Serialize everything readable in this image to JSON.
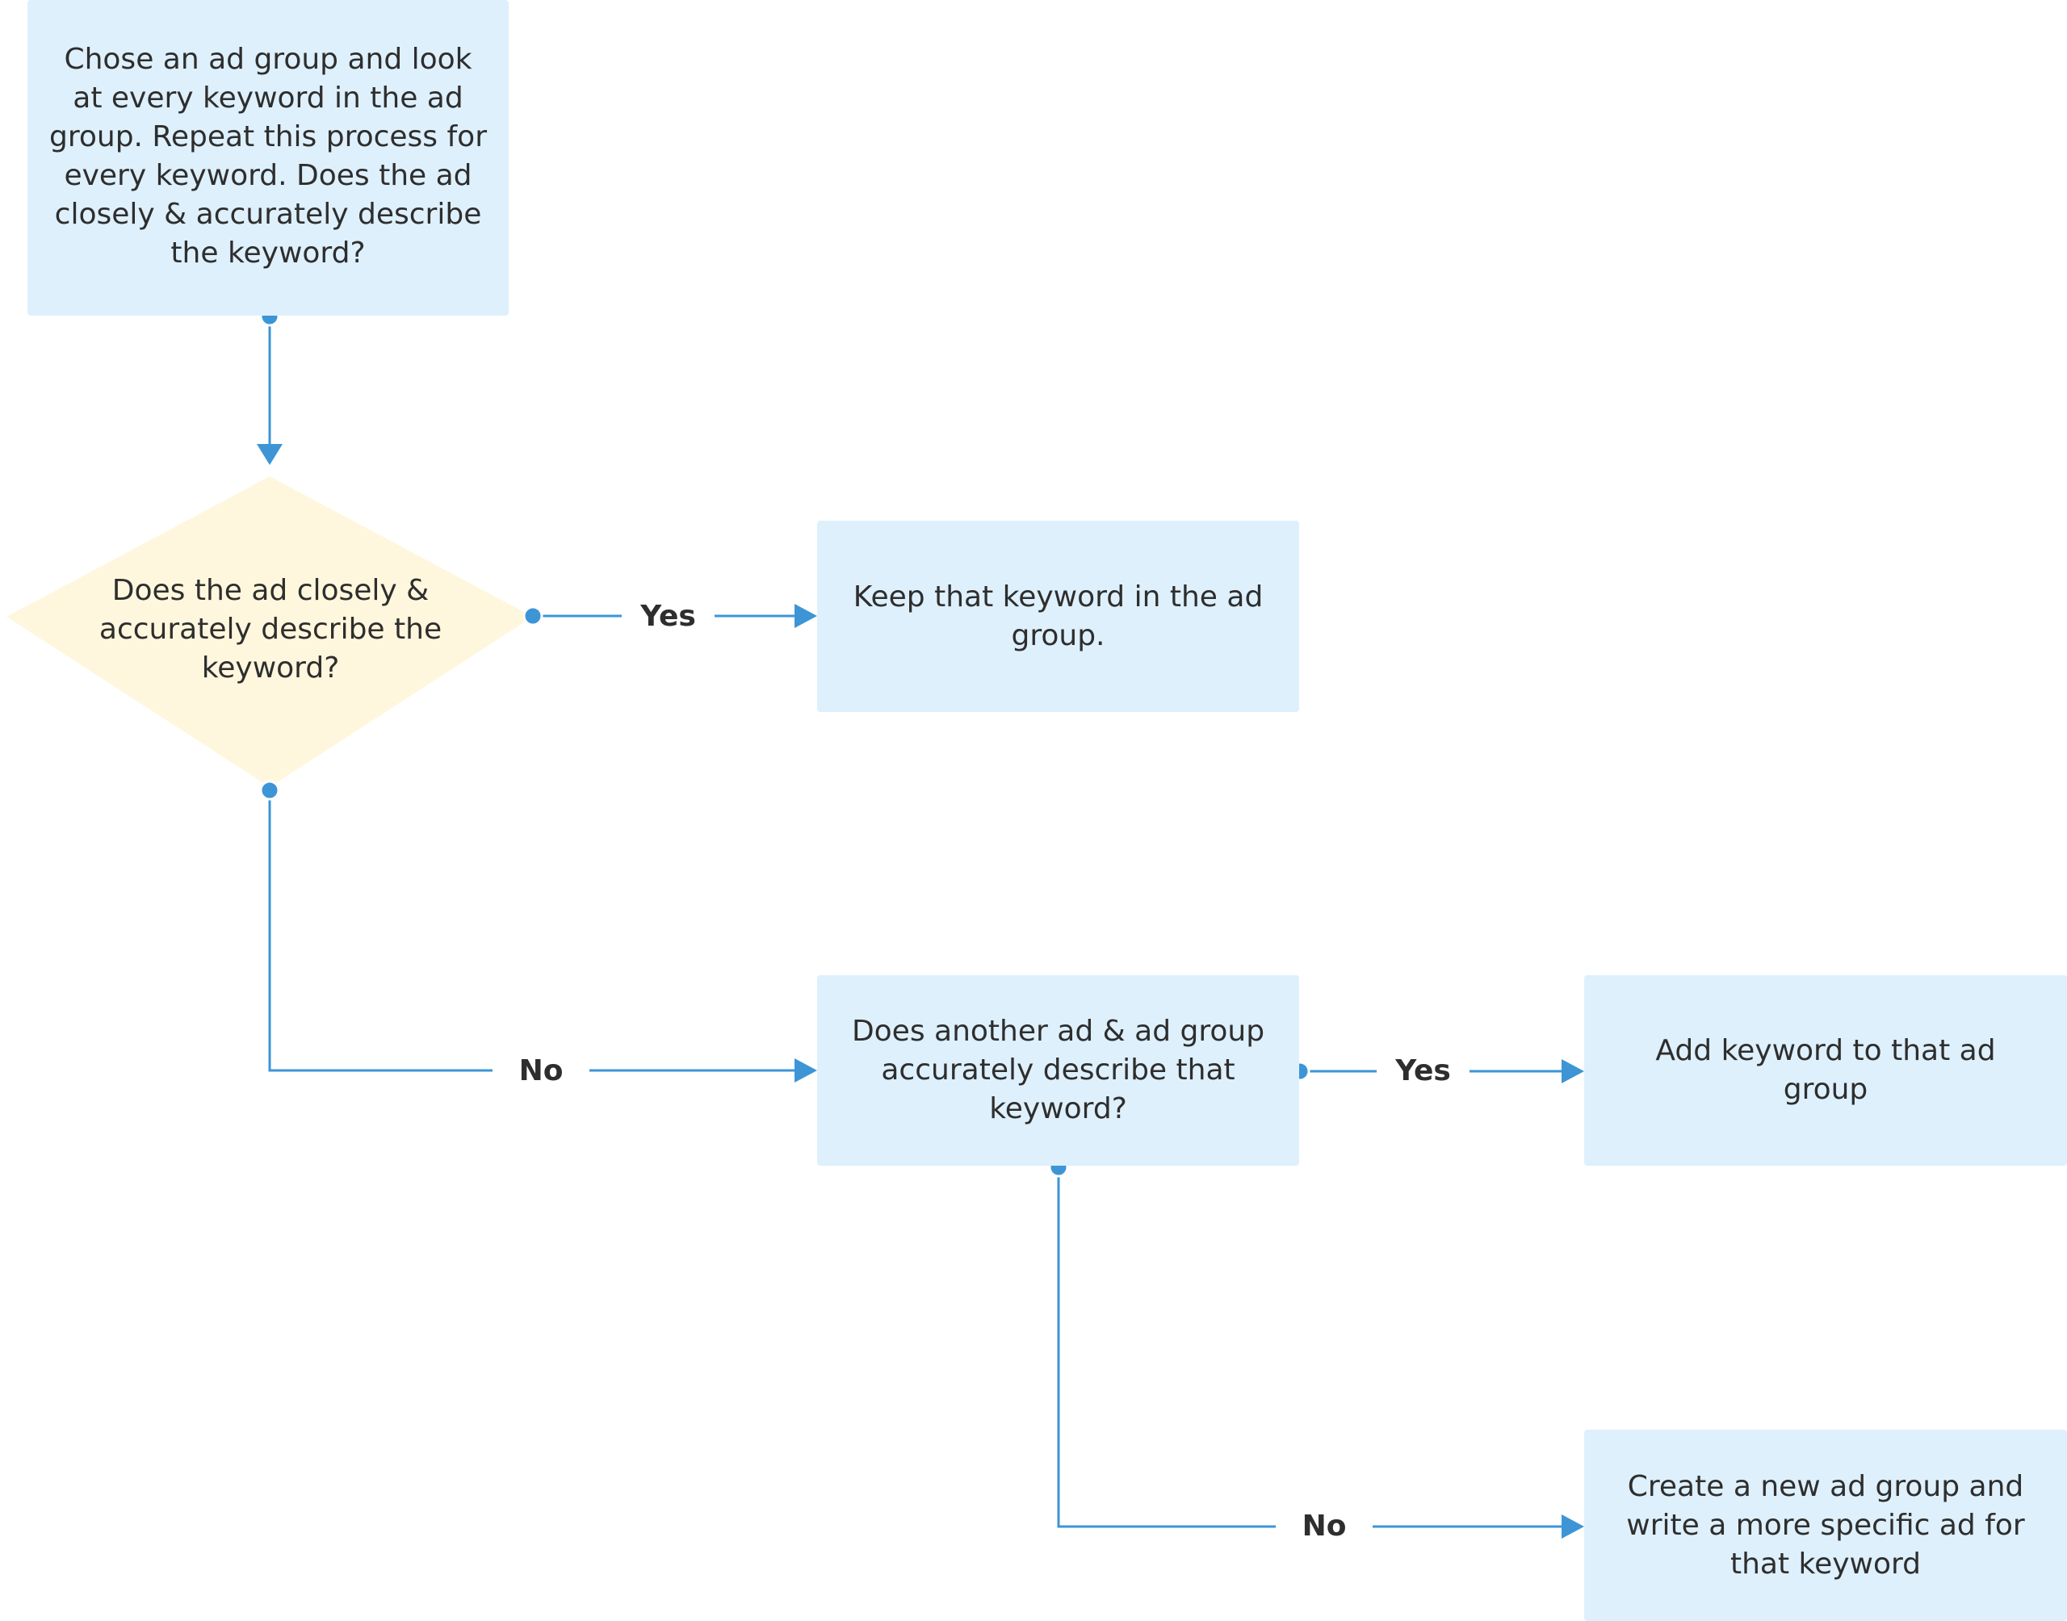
{
  "nodes": {
    "start": "Chose an ad group and look at every keyword in the ad group. Repeat this process for every keyword. Does the ad closely & accurately describe the keyword?",
    "decision": "Does the ad closely & accurately describe the keyword?",
    "keep": "Keep that keyword in the ad group.",
    "another": "Does another ad & ad group accurately describe that keyword?",
    "add": "Add keyword to that ad group",
    "create": "Create a new ad group and write a more specific ad for that keyword"
  },
  "edges": {
    "yes_1": "Yes",
    "no_1": "No",
    "yes_2": "Yes",
    "no_2": "No"
  },
  "colors": {
    "box_fill": "#def0fc",
    "decision_fill": "#fff7dd",
    "connector": "#3d95d6",
    "text": "#2e2e2e"
  }
}
